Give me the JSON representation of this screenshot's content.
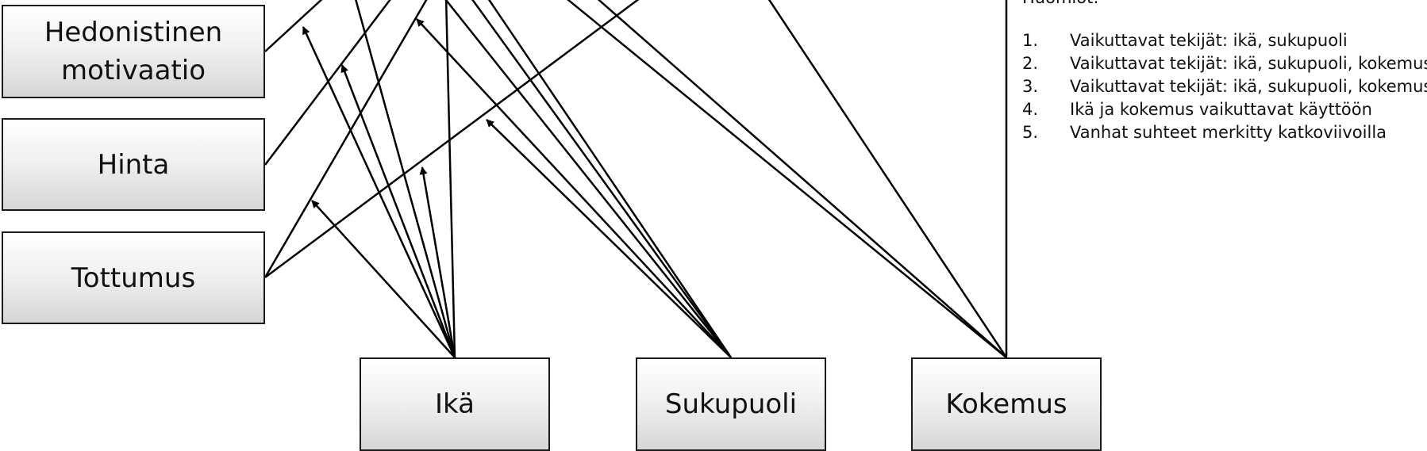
{
  "boxes": {
    "hedonic": "Hedonistinen\nmotivaatio",
    "price": "Hinta",
    "habit": "Tottumus",
    "age": "Ikä",
    "gender": "Sukupuoli",
    "experience": "Kokemus"
  },
  "notes": {
    "heading": "Huomiot:",
    "items": [
      {
        "num": "1.",
        "text": "Vaikuttavat tekijät: ikä, sukupuoli"
      },
      {
        "num": "2.",
        "text": "Vaikuttavat tekijät: ikä, sukupuoli, kokemus"
      },
      {
        "num": "3.",
        "text": "Vaikuttavat tekijät: ikä, sukupuoli, kokemus"
      },
      {
        "num": "4.",
        "text": "Ikä ja kokemus vaikuttavat käyttöön"
      },
      {
        "num": "5.",
        "text": "Vanhat suhteet merkitty katkoviivoilla"
      }
    ]
  },
  "colors": {
    "line": "#000000",
    "box_border": "#1a1a1a"
  }
}
